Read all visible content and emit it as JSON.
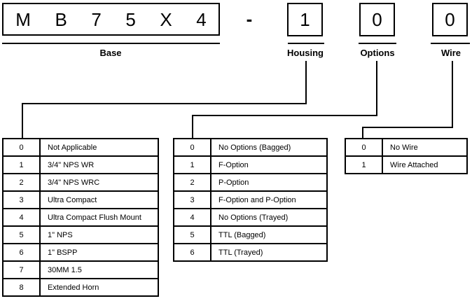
{
  "diagram": {
    "base": {
      "chars": [
        "M",
        "B",
        "7",
        "5",
        "X",
        "4"
      ],
      "label": "Base"
    },
    "separator": "-",
    "housing": {
      "value": "1",
      "label": "Housing"
    },
    "options": {
      "value": "0",
      "label": "Options"
    },
    "wire": {
      "value": "0",
      "label": "Wire"
    }
  },
  "tables": {
    "housing": {
      "rows": [
        {
          "code": "0",
          "desc": "Not Applicable"
        },
        {
          "code": "1",
          "desc": "3/4\" NPS WR"
        },
        {
          "code": "2",
          "desc": "3/4\" NPS WRC"
        },
        {
          "code": "3",
          "desc": "Ultra Compact"
        },
        {
          "code": "4",
          "desc": "Ultra Compact Flush Mount"
        },
        {
          "code": "5",
          "desc": "1\" NPS"
        },
        {
          "code": "6",
          "desc": "1\" BSPP"
        },
        {
          "code": "7",
          "desc": "30MM 1.5"
        },
        {
          "code": "8",
          "desc": "Extended Horn"
        }
      ]
    },
    "options": {
      "rows": [
        {
          "code": "0",
          "desc": "No Options (Bagged)"
        },
        {
          "code": "1",
          "desc": "F-Option"
        },
        {
          "code": "2",
          "desc": "P-Option"
        },
        {
          "code": "3",
          "desc": "F-Option and P-Option"
        },
        {
          "code": "4",
          "desc": "No Options (Trayed)"
        },
        {
          "code": "5",
          "desc": "TTL (Bagged)"
        },
        {
          "code": "6",
          "desc": "TTL (Trayed)"
        }
      ]
    },
    "wire": {
      "rows": [
        {
          "code": "0",
          "desc": "No Wire"
        },
        {
          "code": "1",
          "desc": "Wire Attached"
        }
      ]
    }
  },
  "colors": {
    "line": "#000000",
    "background": "#ffffff",
    "text": "#000000"
  }
}
